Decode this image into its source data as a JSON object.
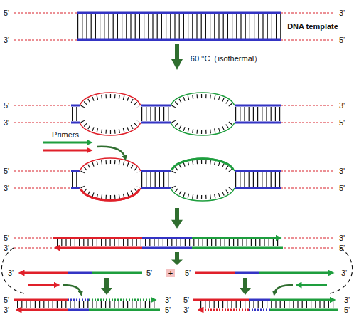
{
  "diagram": {
    "nodes": [
      {
        "text": [
          "+"
        ]
      }
    ],
    "labels": [
      "5'",
      "3'",
      "DNA template",
      "3'",
      "5'",
      "60 °C（isothermal）",
      "5'",
      "3'",
      "3'",
      "5'",
      "Primers",
      "5'",
      "3'",
      "3'",
      "5'",
      "5'",
      "3'",
      "3'",
      "5'",
      "3'",
      "5'",
      "5'",
      "3'",
      "5'",
      "3'",
      "3'",
      "5'",
      "5'",
      "3'",
      "3'",
      "5'"
    ]
  }
}
